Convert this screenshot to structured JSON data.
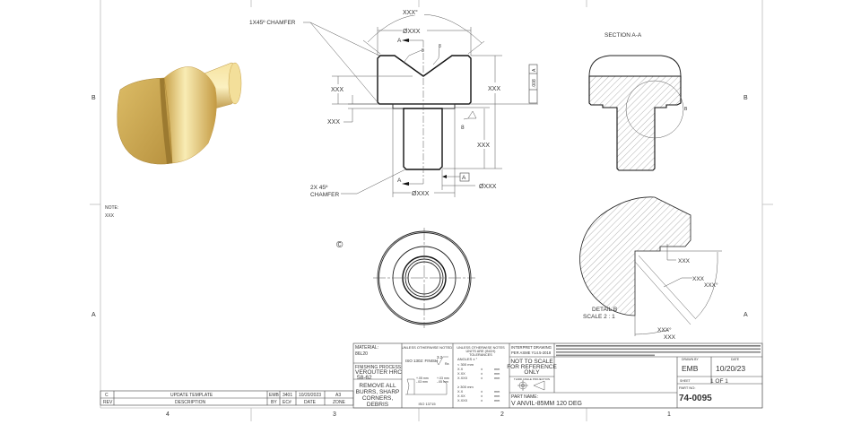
{
  "zones": {
    "columns": [
      "4",
      "3",
      "2",
      "1"
    ],
    "rows": [
      "B",
      "A"
    ]
  },
  "notes": {
    "label": "NOTE:",
    "text": "XXX"
  },
  "copyright_symbol": "©",
  "front_view": {
    "chamfer_top": "1X45º CHAMFER",
    "angle_dim": "XXX°",
    "top_dia": "ØXXX",
    "section_marker": "A",
    "left_dim": "XXX",
    "small_dim": "XXX",
    "right_dim": "XXX",
    "shaft_dim": "XXX",
    "fcf_tolerance": ".008",
    "fcf_datum": "A",
    "finish_value": "8",
    "finish_value_2": "8",
    "chamfer_bottom_1": "2X 45º",
    "chamfer_bottom_2": "CHAMFER",
    "datum_label": "A",
    "bottom_dia": "ØXXX",
    "shaft_dia": "ØXXX"
  },
  "section_view": {
    "title": "SECTION A-A",
    "detail_marker": "B"
  },
  "detail_view": {
    "title": "DETAIL B",
    "scale": "SCALE 2 : 1",
    "dims": [
      "XXX",
      "XXX",
      "XXX°",
      "XXX°",
      "XXX"
    ]
  },
  "revision_block": {
    "headers": [
      "REV",
      "DESCRIPTION",
      "BY",
      "EC#",
      "DATE",
      "ZONE"
    ],
    "rows": [
      [
        "C",
        "UPDATE TEMPLATE",
        "EMB",
        "3401",
        "10/20/2023",
        "A3"
      ]
    ]
  },
  "title_block": {
    "material_label": "MATERIAL:",
    "material": "86L20",
    "finishing_label": "FINISHING PROCESS:",
    "finishing": [
      "VEROUTER HRC",
      "58-62"
    ],
    "remove_burrs": [
      "REMOVE ALL",
      "BURRS, SHARP",
      "CORNERS,",
      "DEBRIS"
    ],
    "unless_noted": "UNLESS OTHERWISE NOTED",
    "finish_std": "ISO 1302: FINISH",
    "finish_symbol": "3.2",
    "finish_ra": "Ra",
    "edge_tol_1": "+.05 mm",
    "edge_tol_2": "+.03 mm",
    "edge_tol_3": "-.03 mm",
    "edge_tol_4": "-.05 mm",
    "edge_std": "ISO 13715",
    "tol_header": [
      "UNLESS OTHERWISE NOTES",
      "UNITS ARE (INCH)",
      "TOLERANCES"
    ],
    "angles": "ANGLES  ±   °",
    "lt300": "< 300 mm",
    "gt300": "≥ 300 mm",
    "tol_rows": [
      "X.X",
      "X.XX",
      "X.XXX"
    ],
    "pm": "±",
    "unit": "mm",
    "interpret": [
      "INTERPRET DRAWING",
      "PER ASME Y14.5-2018"
    ],
    "not_to_scale": [
      "NOT TO SCALE",
      "FOR REFERENCE",
      "ONLY"
    ],
    "projection": "THIRD ANGLE PROJECTION",
    "part_name_label": "PART NAME:",
    "part_name": "V ANVIL-85MM 120 DEG",
    "drawn_by_label": "DRAWN BY",
    "drawn_by": "EMB",
    "date_label": "DATE",
    "date": "10/20/23",
    "sheet_label": "SHEET",
    "sheet": "1  OF  1",
    "part_no_label": "PART NO:",
    "part_no": "74-0095"
  },
  "colors": {
    "gold_light": "#f7e7a8",
    "gold_mid": "#d9b45a",
    "gold_dark": "#a88332"
  }
}
